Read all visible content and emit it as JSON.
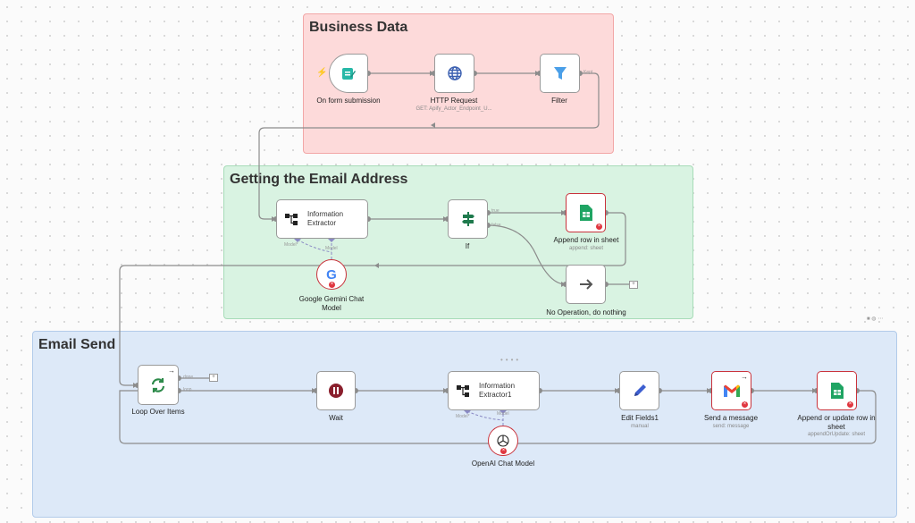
{
  "groups": {
    "business": "Business Data",
    "email_address": "Getting the Email Address",
    "email_send": "Email Send"
  },
  "nodes": {
    "form": {
      "label": "On form submission"
    },
    "http": {
      "label": "HTTP Request",
      "sub": "GET: Apify_Actor_Endpoint_U..."
    },
    "filter": {
      "label": "Filter",
      "port": "Kept"
    },
    "info_extractor": {
      "label_line1": "Information",
      "label_line2": "Extractor",
      "port_model_required": "Model*",
      "port_model": "Model"
    },
    "if": {
      "label": "If",
      "port_true": "true",
      "port_false": "false"
    },
    "append_row": {
      "label": "Append row in sheet",
      "sub": "append: sheet"
    },
    "gemini": {
      "label_line1": "Google Gemini Chat",
      "label_line2": "Model"
    },
    "noop": {
      "label": "No Operation, do nothing",
      "plus": "+"
    },
    "loop": {
      "label": "Loop Over Items",
      "port_done": "done",
      "port_loop": "loop",
      "plus": "+"
    },
    "wait": {
      "label": "Wait"
    },
    "info_extractor1": {
      "label_line1": "Information",
      "label_line2": "Extractor1",
      "port_model_required": "Model*",
      "port_model": "Model"
    },
    "openai": {
      "label": "OpenAI Chat Model"
    },
    "edit_fields": {
      "label": "Edit Fields1",
      "sub": "manual"
    },
    "gmail": {
      "label": "Send a message",
      "sub": "send: message"
    },
    "sheets_update": {
      "label_line1": "Append or update row in",
      "label_line2": "sheet",
      "sub": "appendOrUpdate: sheet"
    }
  },
  "colors": {
    "business_bg": "#fddada",
    "business_border": "#f2a7a7",
    "green_bg": "#d9f3e2",
    "green_border": "#a7dcb8",
    "blue_bg": "#dde9f8",
    "blue_border": "#b2cbea",
    "error": "#c9323b"
  }
}
